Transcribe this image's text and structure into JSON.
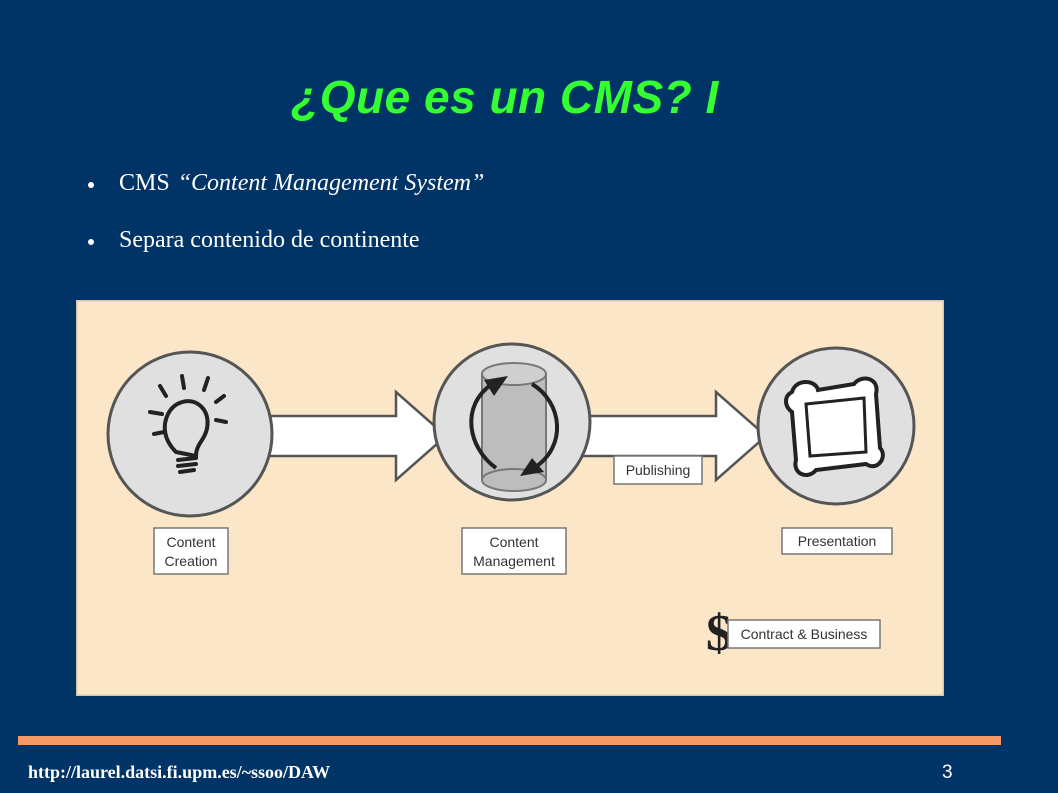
{
  "slide": {
    "title": "¿Que es un CMS? I",
    "bullets": [
      {
        "text": "CMS",
        "italic": "“Content Management System”"
      },
      {
        "text": "Separa contenido de continente"
      }
    ]
  },
  "diagram": {
    "labels": {
      "creation_line1": "Content",
      "creation_line2": "Creation",
      "management_line1": "Content",
      "management_line2": "Management",
      "presentation": "Presentation",
      "publishing": "Publishing",
      "contract": "Contract & Business",
      "dollar": "$"
    },
    "icons": [
      "lightbulb-icon",
      "database-cycle-icon",
      "picture-frame-icon"
    ]
  },
  "footer": {
    "url": "http://laurel.datsi.fi.upm.es/~ssoo/DAW",
    "page": "3"
  },
  "colors": {
    "background": "#003366",
    "title": "#33ff33",
    "rule": "#f29966",
    "diagram_bg": "#fbe7c8"
  }
}
